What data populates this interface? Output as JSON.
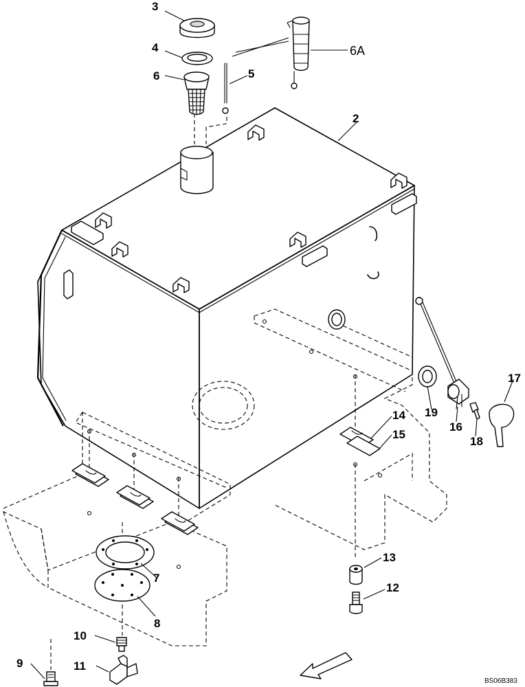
{
  "diagram": {
    "drawing_number": "BS06B383",
    "callouts": {
      "c2": "2",
      "c3": "3",
      "c4": "4",
      "c5": "5",
      "c6": "6",
      "c6A": "6A",
      "c7": "7",
      "c8": "8",
      "c9": "9",
      "c10": "10",
      "c11": "11",
      "c12": "12",
      "c13": "13",
      "c14": "14",
      "c15": "15",
      "c16": "16",
      "c17": "17",
      "c18": "18",
      "c19": "19"
    },
    "icons": {
      "direction_arrow": "front-direction-arrow-icon"
    }
  }
}
